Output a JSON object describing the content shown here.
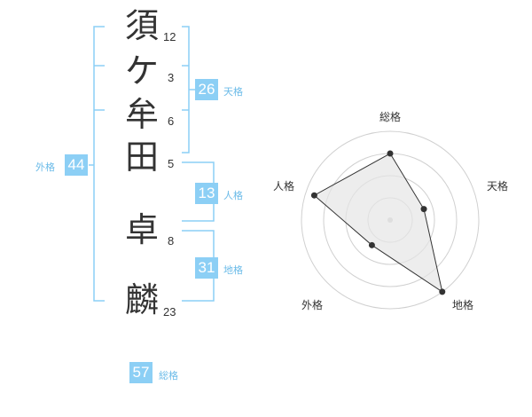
{
  "name": {
    "chars": [
      {
        "char": "須",
        "strokes": "12"
      },
      {
        "char": "ケ",
        "strokes": "3"
      },
      {
        "char": "牟",
        "strokes": "6"
      },
      {
        "char": "田",
        "strokes": "5"
      },
      {
        "char": "卓",
        "strokes": "8"
      },
      {
        "char": "麟",
        "strokes": "23"
      }
    ]
  },
  "fortunes": {
    "tenkaku": {
      "label": "天格",
      "value": "26"
    },
    "jinkaku": {
      "label": "人格",
      "value": "13"
    },
    "chikaku": {
      "label": "地格",
      "value": "31"
    },
    "gaikaku": {
      "label": "外格",
      "value": "44"
    },
    "soukaku": {
      "label": "総格",
      "value": "57"
    }
  },
  "chart_data": {
    "type": "radar",
    "axes": [
      "総格",
      "天格",
      "地格",
      "外格",
      "人格"
    ],
    "values": [
      0.75,
      0.4,
      1.0,
      0.35,
      0.9
    ],
    "max": 1.0,
    "rings": 4,
    "colors": {
      "bracket": "#8ccff5",
      "badge": "#8ccff5",
      "fill": "#e6e6e6",
      "line": "#333333",
      "grid": "#d0d0d0"
    }
  }
}
